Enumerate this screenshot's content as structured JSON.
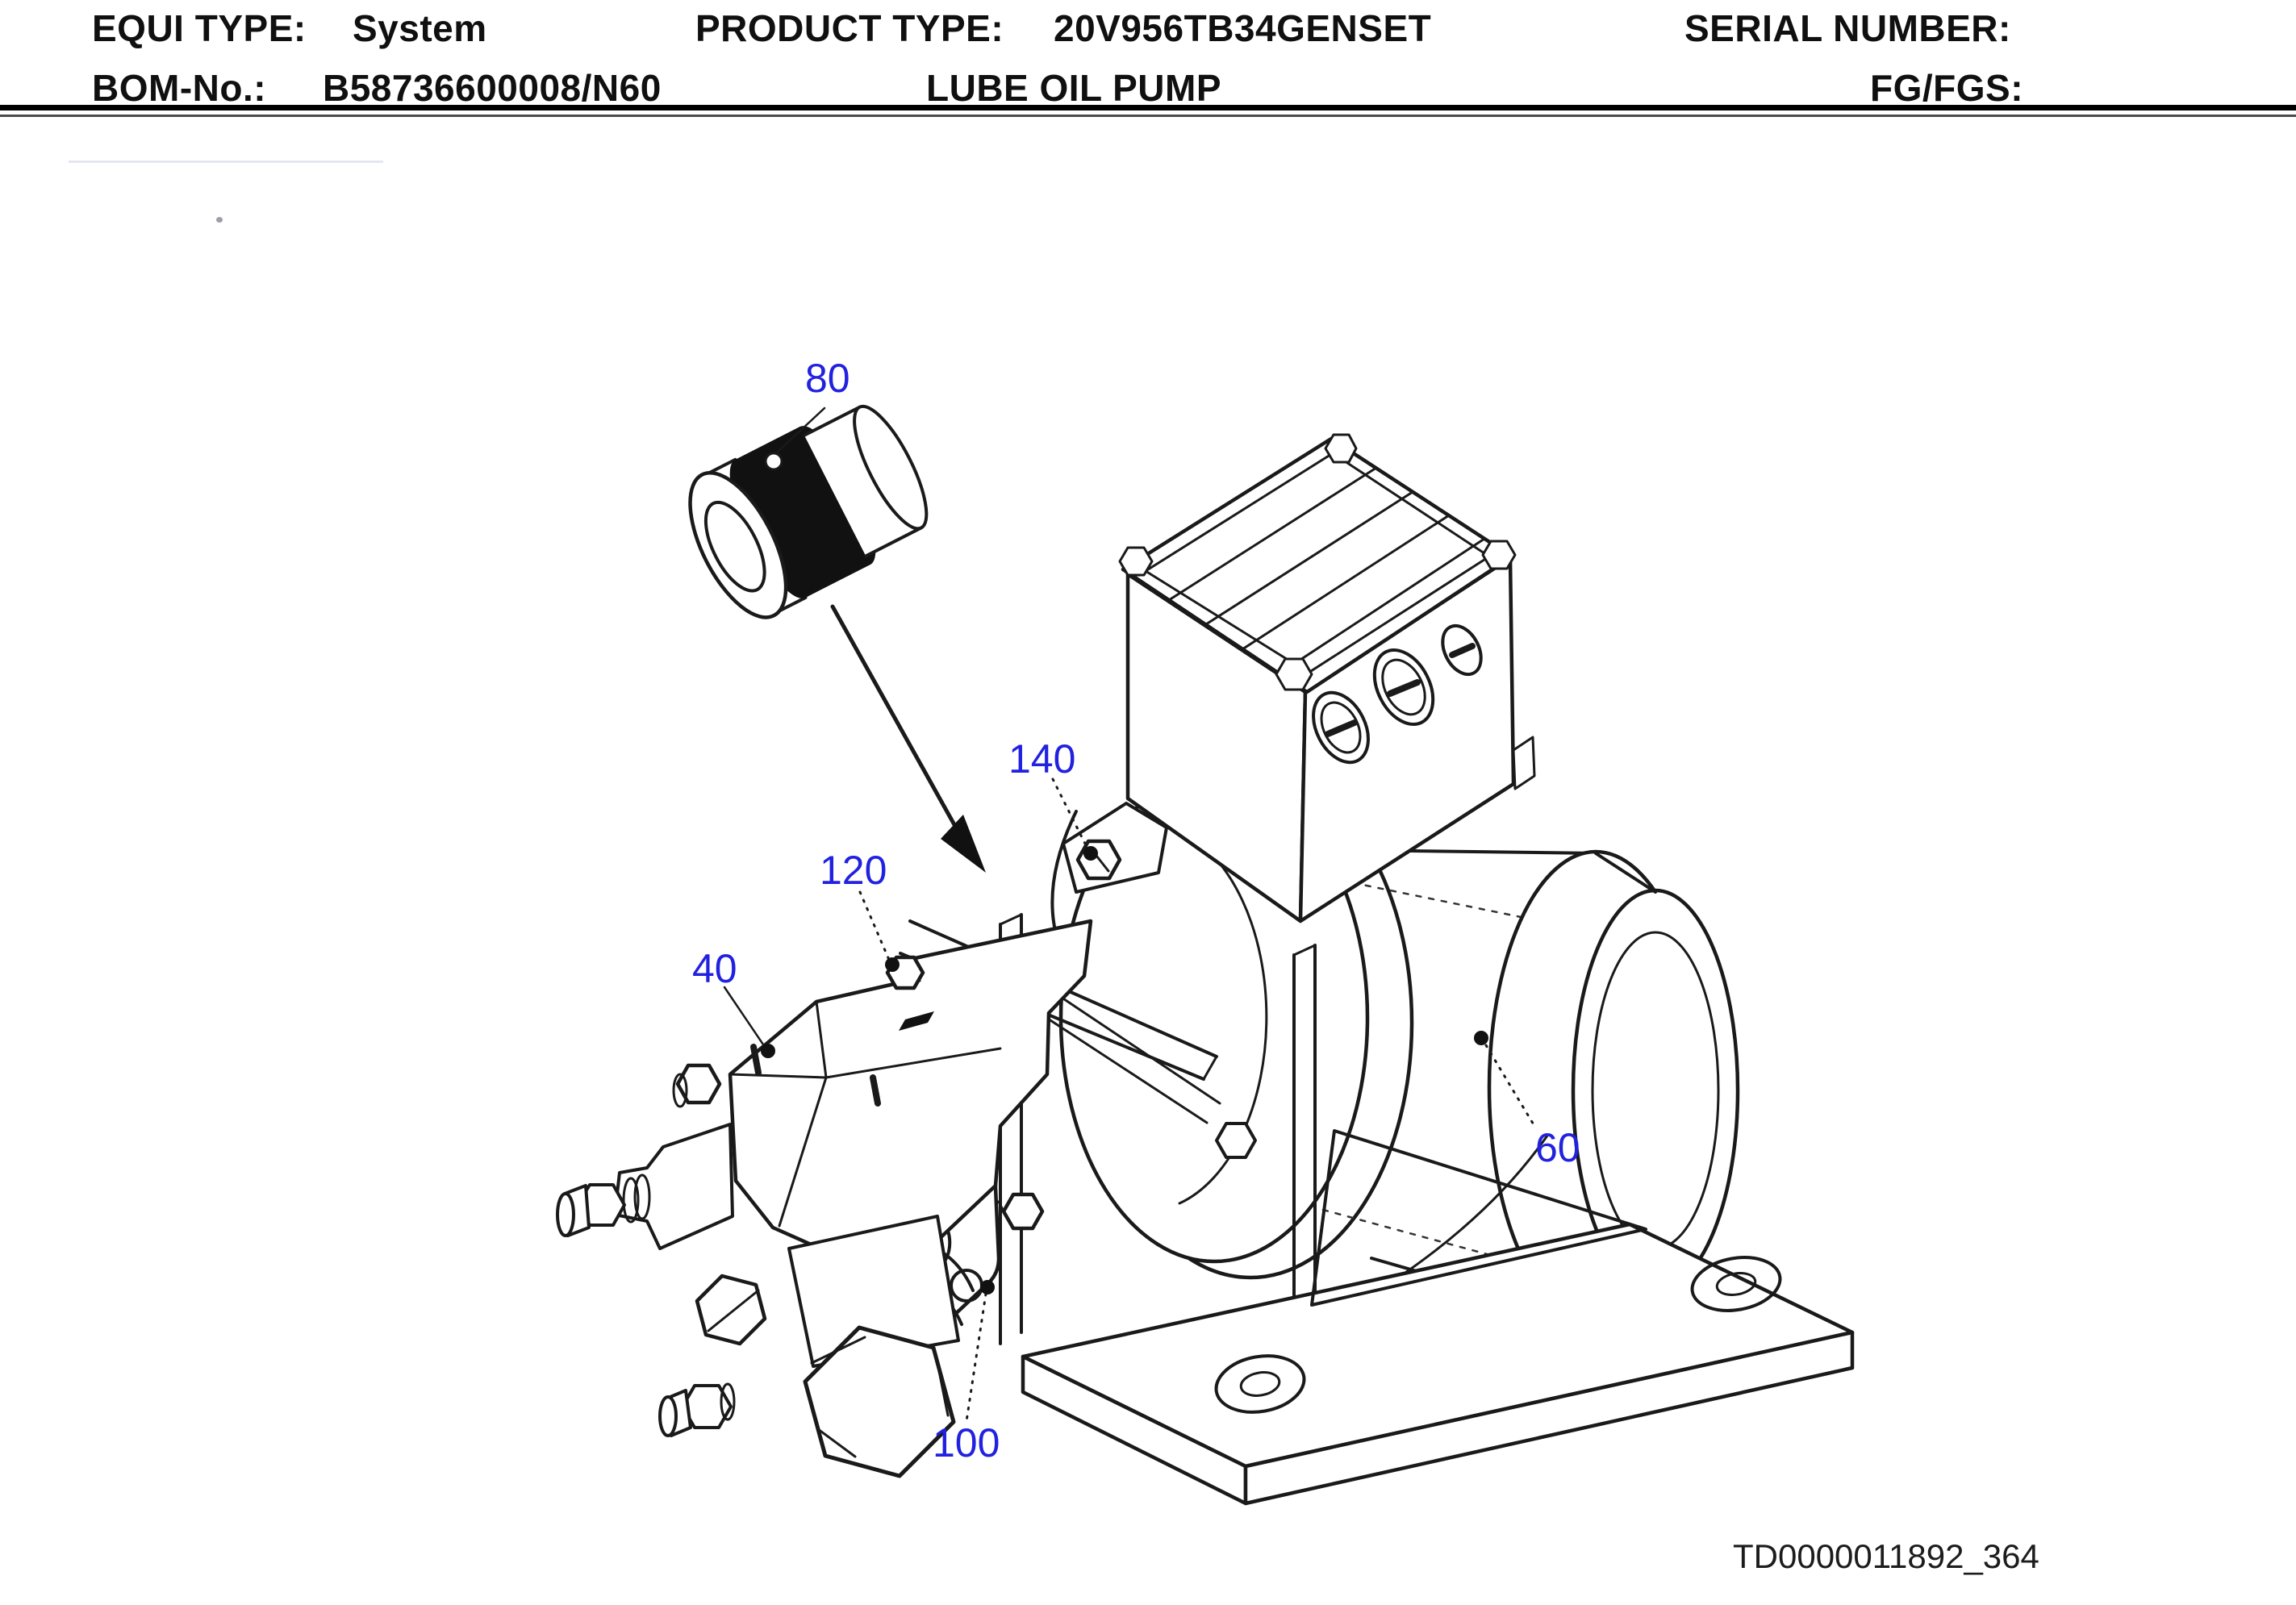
{
  "header": {
    "equi_type_label": "EQUI TYPE:",
    "equi_type_value": "System",
    "product_type_label": "PRODUCT TYPE:",
    "product_type_value": "20V956TB34GENSET",
    "serial_number_label": "SERIAL NUMBER:",
    "bom_label": "BOM-No.:",
    "bom_value": "B58736600008/N60",
    "title": "LUBE OIL PUMP",
    "fg_label": "FG/FGS:"
  },
  "figure": {
    "callouts": [
      {
        "label": "80"
      },
      {
        "label": "140"
      },
      {
        "label": "120"
      },
      {
        "label": "40"
      },
      {
        "label": "60"
      },
      {
        "label": "100"
      }
    ],
    "drawing_number": "TD0000011892_364",
    "callout_color": "#2121e0",
    "line_color": "#1a1a1a"
  }
}
